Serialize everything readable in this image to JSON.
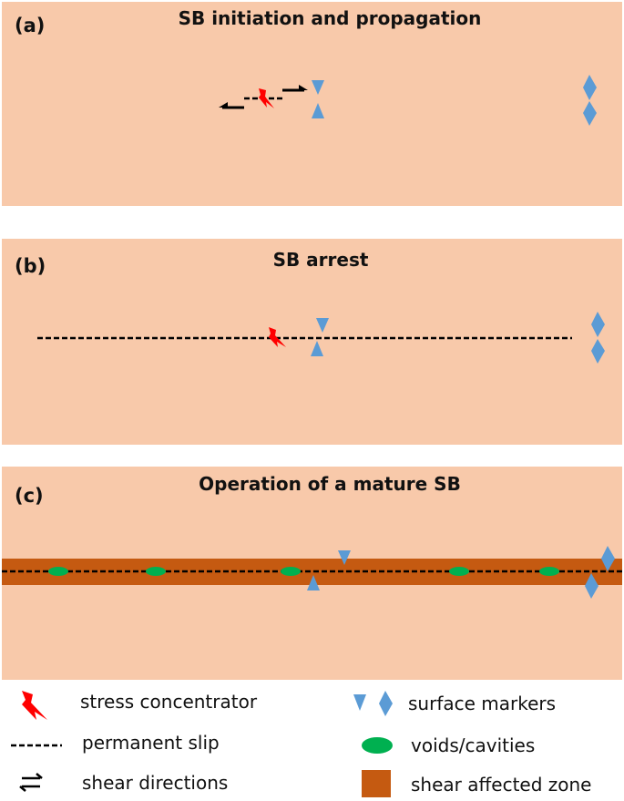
{
  "panels": [
    {
      "label": "(a)",
      "title": "SB initiation and propagation"
    },
    {
      "label": "(b)",
      "title": "SB arrest"
    },
    {
      "label": "(c)",
      "title": "Operation of a mature SB"
    }
  ],
  "legend": {
    "stress_concentrator": "stress concentrator",
    "permanent_slip": "permanent slip",
    "shear_directions": "shear directions",
    "surface_markers": "surface markers",
    "voids_cavities": "voids/cavities",
    "shear_affected_zone": "shear affected zone"
  },
  "colors": {
    "background": "#f8c9aa",
    "shear_zone": "#c55a11",
    "marker": "#5b9bd5",
    "void": "#00b050",
    "stress": "#ff0000"
  }
}
